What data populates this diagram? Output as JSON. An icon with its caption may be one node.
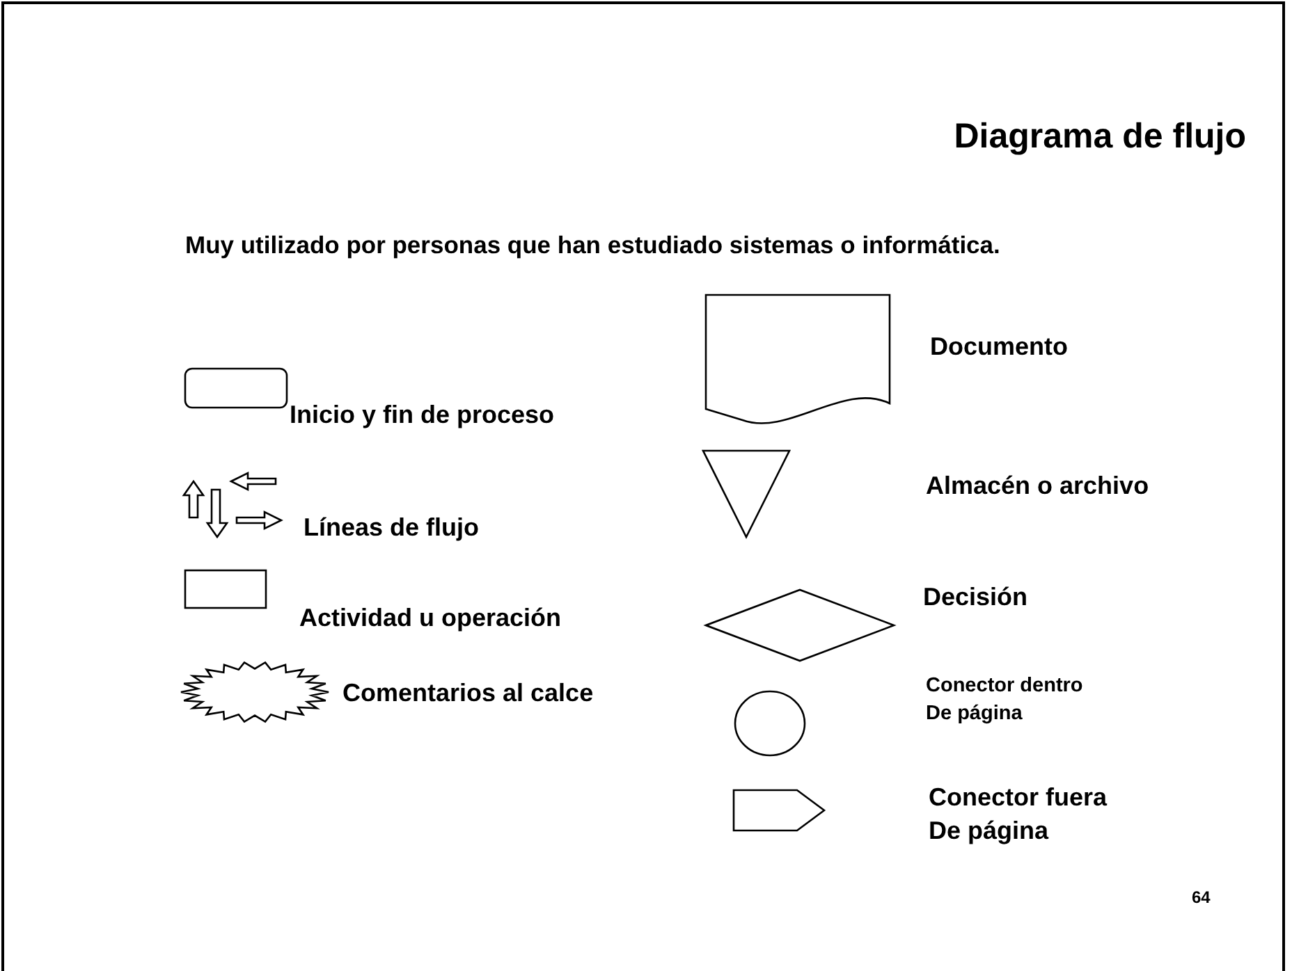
{
  "diagram": {
    "title": "Diagrama de flujo",
    "nodes": [
      {
        "text": [],
        "shape": "rounded-box",
        "beside": [
          "Inicio y fin de proceso"
        ]
      },
      {
        "text": [],
        "shape": "arrows",
        "beside": [
          "Líneas de flujo"
        ]
      },
      {
        "text": [],
        "shape": "box",
        "beside": [
          "Actividad u operación"
        ]
      },
      {
        "text": [],
        "shape": "starburst",
        "beside": [
          "Comentarios al calce"
        ]
      },
      {
        "text": [],
        "shape": "document",
        "beside": [
          "Documento"
        ]
      },
      {
        "text": [],
        "shape": "triangle"
      },
      {
        "text": [],
        "shape": "diamond",
        "beside": [
          "Decisión"
        ]
      },
      {
        "text": [],
        "shape": "circle"
      },
      {
        "text": [],
        "shape": "pentagon"
      }
    ],
    "labels": [
      "Muy utilizado por personas que han estudiado sistemas o informática.",
      "Almacén o archivo",
      "Conector dentro De página",
      "Conector fuera De página",
      "64"
    ]
  }
}
